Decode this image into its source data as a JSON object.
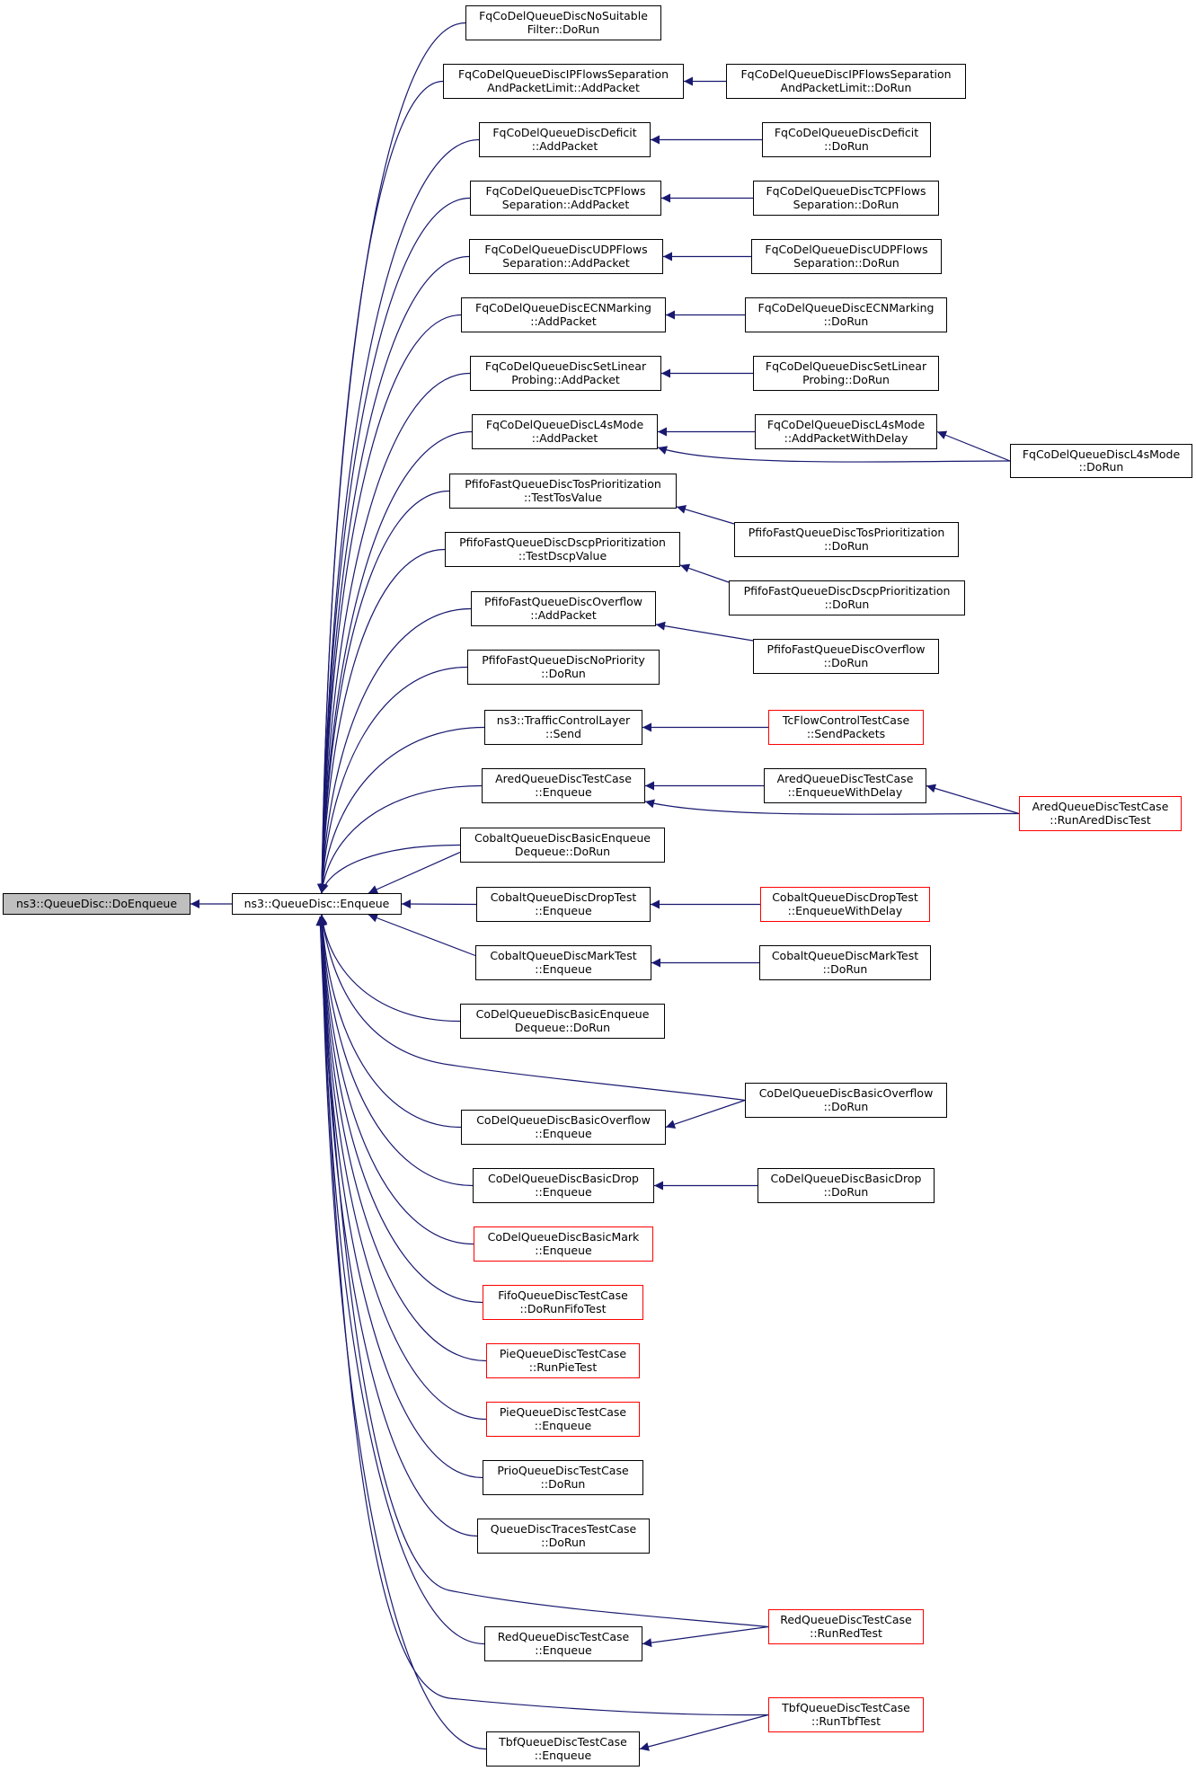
{
  "colors": {
    "edge": "#191970",
    "border": "#000000",
    "red_border": "#ff0000",
    "root_fill": "#bfbfbf"
  },
  "nodes": [
    {
      "id": "n0",
      "lines": [
        "ns3::QueueDisc::DoEnqueue"
      ],
      "style": "root"
    },
    {
      "id": "n1",
      "lines": [
        "ns3::QueueDisc::Enqueue"
      ],
      "style": "normal"
    },
    {
      "id": "a1",
      "lines": [
        "FqCoDelQueueDiscNoSuitable",
        "Filter::DoRun"
      ],
      "style": "normal"
    },
    {
      "id": "a2",
      "lines": [
        "FqCoDelQueueDiscIPFlowsSeparation",
        "AndPacketLimit::AddPacket"
      ],
      "style": "normal"
    },
    {
      "id": "b2",
      "lines": [
        "FqCoDelQueueDiscIPFlowsSeparation",
        "AndPacketLimit::DoRun"
      ],
      "style": "normal"
    },
    {
      "id": "a3",
      "lines": [
        "FqCoDelQueueDiscDeficit",
        "::AddPacket"
      ],
      "style": "normal"
    },
    {
      "id": "b3",
      "lines": [
        "FqCoDelQueueDiscDeficit",
        "::DoRun"
      ],
      "style": "normal"
    },
    {
      "id": "a4",
      "lines": [
        "FqCoDelQueueDiscTCPFlows",
        "Separation::AddPacket"
      ],
      "style": "normal"
    },
    {
      "id": "b4",
      "lines": [
        "FqCoDelQueueDiscTCPFlows",
        "Separation::DoRun"
      ],
      "style": "normal"
    },
    {
      "id": "a5",
      "lines": [
        "FqCoDelQueueDiscUDPFlows",
        "Separation::AddPacket"
      ],
      "style": "normal"
    },
    {
      "id": "b5",
      "lines": [
        "FqCoDelQueueDiscUDPFlows",
        "Separation::DoRun"
      ],
      "style": "normal"
    },
    {
      "id": "a6",
      "lines": [
        "FqCoDelQueueDiscECNMarking",
        "::AddPacket"
      ],
      "style": "normal"
    },
    {
      "id": "b6",
      "lines": [
        "FqCoDelQueueDiscECNMarking",
        "::DoRun"
      ],
      "style": "normal"
    },
    {
      "id": "a7",
      "lines": [
        "FqCoDelQueueDiscSetLinear",
        "Probing::AddPacket"
      ],
      "style": "normal"
    },
    {
      "id": "b7",
      "lines": [
        "FqCoDelQueueDiscSetLinear",
        "Probing::DoRun"
      ],
      "style": "normal"
    },
    {
      "id": "a8",
      "lines": [
        "FqCoDelQueueDiscL4sMode",
        "::AddPacket"
      ],
      "style": "normal"
    },
    {
      "id": "b8",
      "lines": [
        "FqCoDelQueueDiscL4sMode",
        "::AddPacketWithDelay"
      ],
      "style": "normal"
    },
    {
      "id": "c8",
      "lines": [
        "FqCoDelQueueDiscL4sMode",
        "::DoRun"
      ],
      "style": "normal"
    },
    {
      "id": "a9",
      "lines": [
        "PfifoFastQueueDiscTosPrioritization",
        "::TestTosValue"
      ],
      "style": "normal"
    },
    {
      "id": "b9",
      "lines": [
        "PfifoFastQueueDiscTosPrioritization",
        "::DoRun"
      ],
      "style": "normal"
    },
    {
      "id": "a10",
      "lines": [
        "PfifoFastQueueDiscDscpPrioritization",
        "::TestDscpValue"
      ],
      "style": "normal"
    },
    {
      "id": "b10",
      "lines": [
        "PfifoFastQueueDiscDscpPrioritization",
        "::DoRun"
      ],
      "style": "normal"
    },
    {
      "id": "a11",
      "lines": [
        "PfifoFastQueueDiscOverflow",
        "::AddPacket"
      ],
      "style": "normal"
    },
    {
      "id": "b11",
      "lines": [
        "PfifoFastQueueDiscOverflow",
        "::DoRun"
      ],
      "style": "normal"
    },
    {
      "id": "a12",
      "lines": [
        "PfifoFastQueueDiscNoPriority",
        "::DoRun"
      ],
      "style": "normal"
    },
    {
      "id": "a13",
      "lines": [
        "ns3::TrafficControlLayer",
        "::Send"
      ],
      "style": "normal"
    },
    {
      "id": "b13",
      "lines": [
        "TcFlowControlTestCase",
        "::SendPackets"
      ],
      "style": "red"
    },
    {
      "id": "a14",
      "lines": [
        "AredQueueDiscTestCase",
        "::Enqueue"
      ],
      "style": "normal"
    },
    {
      "id": "b14",
      "lines": [
        "AredQueueDiscTestCase",
        "::EnqueueWithDelay"
      ],
      "style": "normal"
    },
    {
      "id": "c14",
      "lines": [
        "AredQueueDiscTestCase",
        "::RunAredDiscTest"
      ],
      "style": "red"
    },
    {
      "id": "a15",
      "lines": [
        "CobaltQueueDiscBasicEnqueue",
        "Dequeue::DoRun"
      ],
      "style": "normal"
    },
    {
      "id": "a16",
      "lines": [
        "CobaltQueueDiscDropTest",
        "::Enqueue"
      ],
      "style": "normal"
    },
    {
      "id": "b16",
      "lines": [
        "CobaltQueueDiscDropTest",
        "::EnqueueWithDelay"
      ],
      "style": "red"
    },
    {
      "id": "a17",
      "lines": [
        "CobaltQueueDiscMarkTest",
        "::Enqueue"
      ],
      "style": "normal"
    },
    {
      "id": "b17",
      "lines": [
        "CobaltQueueDiscMarkTest",
        "::DoRun"
      ],
      "style": "normal"
    },
    {
      "id": "a18",
      "lines": [
        "CoDelQueueDiscBasicEnqueue",
        "Dequeue::DoRun"
      ],
      "style": "normal"
    },
    {
      "id": "b19",
      "lines": [
        "CoDelQueueDiscBasicOverflow",
        "::DoRun"
      ],
      "style": "normal"
    },
    {
      "id": "a19",
      "lines": [
        "CoDelQueueDiscBasicOverflow",
        "::Enqueue"
      ],
      "style": "normal"
    },
    {
      "id": "a20",
      "lines": [
        "CoDelQueueDiscBasicDrop",
        "::Enqueue"
      ],
      "style": "normal"
    },
    {
      "id": "b20",
      "lines": [
        "CoDelQueueDiscBasicDrop",
        "::DoRun"
      ],
      "style": "normal"
    },
    {
      "id": "a21",
      "lines": [
        "CoDelQueueDiscBasicMark",
        "::Enqueue"
      ],
      "style": "red"
    },
    {
      "id": "a22",
      "lines": [
        "FifoQueueDiscTestCase",
        "::DoRunFifoTest"
      ],
      "style": "red"
    },
    {
      "id": "a23",
      "lines": [
        "PieQueueDiscTestCase",
        "::RunPieTest"
      ],
      "style": "red"
    },
    {
      "id": "a24",
      "lines": [
        "PieQueueDiscTestCase",
        "::Enqueue"
      ],
      "style": "red"
    },
    {
      "id": "a25",
      "lines": [
        "PrioQueueDiscTestCase",
        "::DoRun"
      ],
      "style": "normal"
    },
    {
      "id": "a26",
      "lines": [
        "QueueDiscTracesTestCase",
        "::DoRun"
      ],
      "style": "normal"
    },
    {
      "id": "b27",
      "lines": [
        "RedQueueDiscTestCase",
        "::RunRedTest"
      ],
      "style": "red"
    },
    {
      "id": "a27",
      "lines": [
        "RedQueueDiscTestCase",
        "::Enqueue"
      ],
      "style": "normal"
    },
    {
      "id": "b28",
      "lines": [
        "TbfQueueDiscTestCase",
        "::RunTbfTest"
      ],
      "style": "red"
    },
    {
      "id": "a28",
      "lines": [
        "TbfQueueDiscTestCase",
        "::Enqueue"
      ],
      "style": "normal"
    }
  ]
}
